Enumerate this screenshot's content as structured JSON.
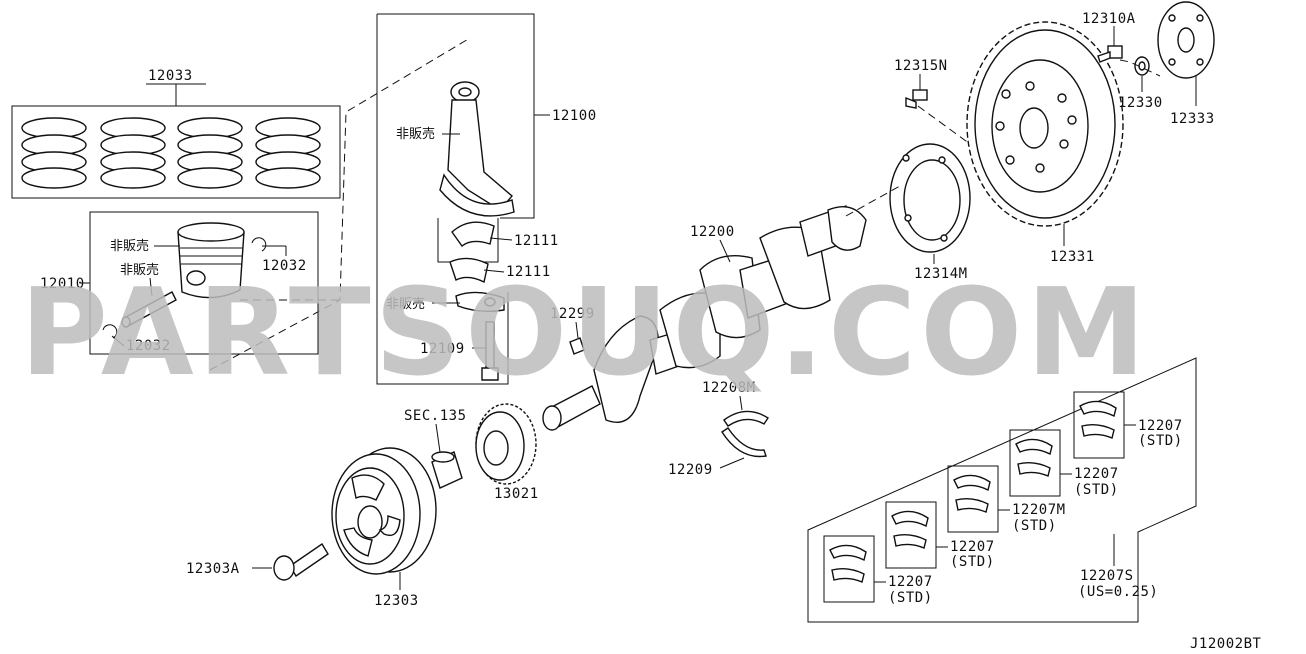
{
  "labels": {
    "p12033": "12033",
    "p12010": "12010",
    "p12032a": "12032",
    "p12032b": "12032",
    "p12100": "12100",
    "p12111a": "12111",
    "p12111b": "12111",
    "p12109": "12109",
    "p12299": "12299",
    "p12200": "12200",
    "p12208m": "12208M",
    "p12209": "12209",
    "sec135": "SEC.135",
    "p13021": "13021",
    "p12303a": "12303A",
    "p12303": "12303",
    "p12315n": "12315N",
    "p12310a": "12310A",
    "p12330": "12330",
    "p12333": "12333",
    "p12331": "12331",
    "p12314m": "12314M",
    "p12207_1": "12207",
    "p12207_2": "12207",
    "p12207m": "12207M",
    "p12207_3": "12207",
    "p12207_4": "12207",
    "std1": "(STD)",
    "std2": "(STD)",
    "std3": "(STD)",
    "std4": "(STD)",
    "std5": "(STD)",
    "p12207s": "12207S",
    "us": "(US=0.25)",
    "notsold1": "非販売",
    "notsold2": "非販売",
    "notsold3": "非販売",
    "notsold4": "非販売",
    "diagram_code": "J12002BT"
  },
  "watermark": "PARTSOUQ.COM"
}
